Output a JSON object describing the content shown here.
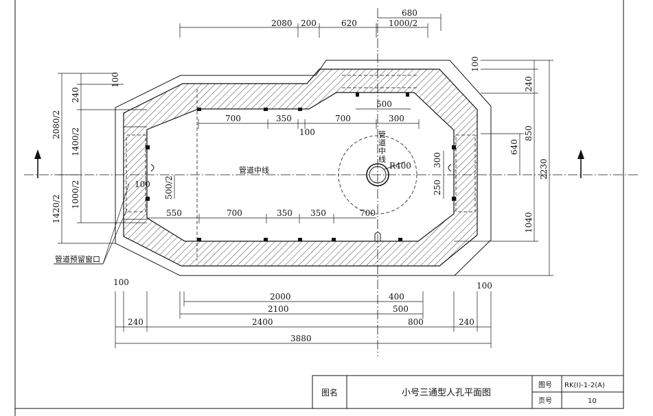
{
  "drawing": {
    "centerline_horizontal": "管道中线",
    "centerline_vertical": [
      "管",
      "道",
      "中",
      "线"
    ],
    "pipe_radius_label": "R400",
    "callout_label": "管道预留窗口",
    "dims": {
      "top": {
        "d2080": "2080",
        "d200": "200",
        "d620": "620",
        "d680": "680",
        "d1000_2": "1000/2"
      },
      "inner_top": {
        "d700a": "700",
        "d350a": "350",
        "d100": "100",
        "d700b": "700",
        "d300": "300",
        "d500": "500"
      },
      "inner_bottom": {
        "d550": "550",
        "d700a": "700",
        "d350a": "350",
        "d350b": "350",
        "d700b": "700"
      },
      "inner_misc": {
        "d100": "100",
        "d500_2": "500/2",
        "d300": "300",
        "d250": "250"
      },
      "left": {
        "d100": "100",
        "d240": "240",
        "d2080_2": "2080/2",
        "d1400_2": "1400/2",
        "d1000_2": "1000/2",
        "d1420_2": "1420/2"
      },
      "right": {
        "d100": "100",
        "d240": "240",
        "d850": "850",
        "d640": "640",
        "d2230": "2230",
        "d1040": "1040"
      },
      "bottom": {
        "d100l": "100",
        "d100r": "100",
        "d2000": "2000",
        "d400": "400",
        "d2100": "2100",
        "d500": "500",
        "d240l": "240",
        "d2400": "2400",
        "d800": "800",
        "d240r": "240",
        "d3880": "3880"
      }
    }
  },
  "title_block": {
    "name_label": "图名",
    "title": "小号三通型人孔平面图",
    "drawing_no_label": "图号",
    "drawing_no": "RK(I)-1-2(A)",
    "page_label": "页号",
    "page_no": "10"
  }
}
